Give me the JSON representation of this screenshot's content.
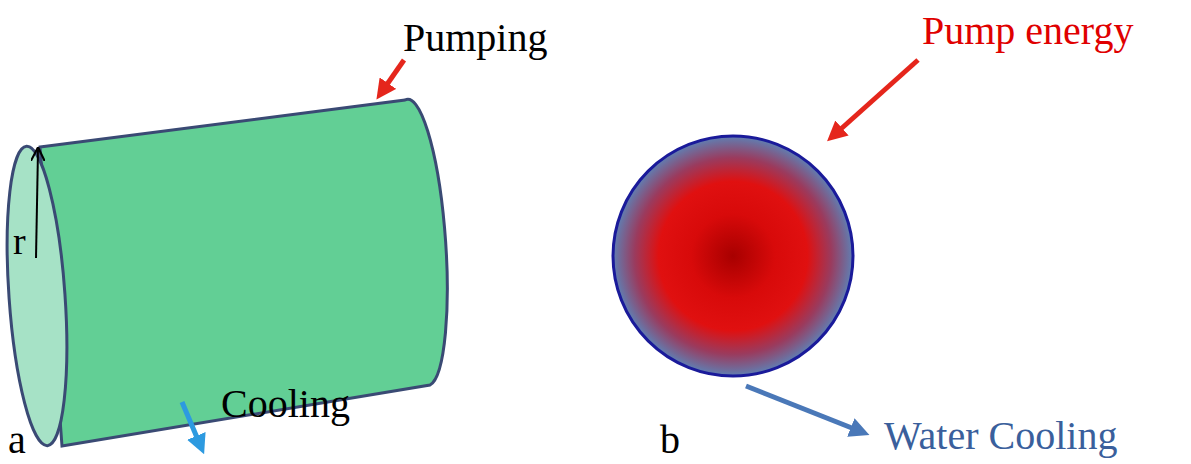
{
  "diagram": {
    "labels": [
      "Pumping",
      "r",
      "Cooling",
      "a",
      "Pump energy",
      "Water Cooling",
      "b"
    ]
  }
}
